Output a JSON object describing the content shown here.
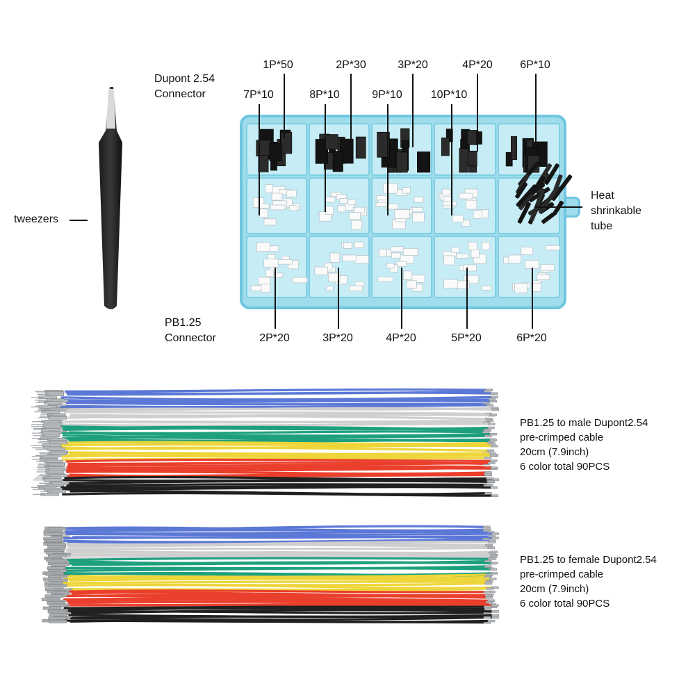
{
  "tweezers": {
    "label": "tweezers"
  },
  "box": {
    "dupont_title": [
      "Dupont 2.54",
      "Connector"
    ],
    "pb_title": [
      "PB1.25",
      "Connector"
    ],
    "dupont_top_row": [
      "1P*50",
      "2P*30",
      "3P*20",
      "4P*20",
      "6P*10"
    ],
    "dupont_second_row": [
      "7P*10",
      "8P*10",
      "9P*10",
      "10P*10"
    ],
    "heat_tube": [
      "Heat",
      "shrinkable",
      "tube"
    ],
    "pb_row": [
      "2P*20",
      "3P*20",
      "4P*20",
      "5P*20",
      "6P*20"
    ]
  },
  "cables": [
    {
      "lines": [
        "PB1.25 to male Dupont2.54",
        "pre-crimped cable",
        "20cm (7.9inch)",
        "6 color total 90PCS"
      ]
    },
    {
      "lines": [
        "PB1.25 to female Dupont2.54",
        "pre-crimped cable",
        "20cm (7.9inch)",
        "6 color total 90PCS"
      ]
    }
  ],
  "colors": {
    "box": "#9fdcec",
    "wire_blue": "#5b78d6",
    "wire_white": "#f1f1f1",
    "wire_green": "#1ea07e",
    "wire_yellow": "#eed63a",
    "wire_red": "#ea3f2c",
    "wire_black": "#202020"
  }
}
